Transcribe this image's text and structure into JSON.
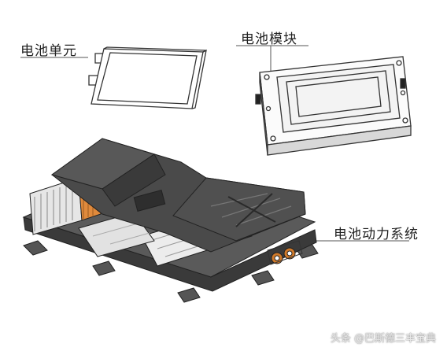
{
  "labels": {
    "cell": "电池单元",
    "module": "电池模块",
    "system": "电池动力系统"
  },
  "watermark": "头条 @巴斯德三丰宝典",
  "colors": {
    "pack_dark": "#3c3c3c",
    "pack_mid": "#565656",
    "cell_light": "#e6e6e6",
    "connector": "#e08a3c",
    "leader_line": "#555555"
  }
}
